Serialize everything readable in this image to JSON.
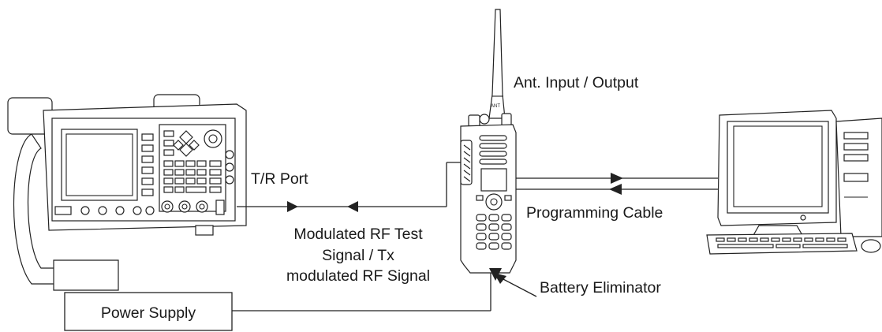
{
  "labels": {
    "antenna": "Ant. Input / Output",
    "tr_port": "T/R Port",
    "signal_line1": "Modulated RF Test",
    "signal_line2": "Signal / Tx",
    "signal_line3": "modulated RF Signal",
    "programming_cable": "Programming Cable",
    "battery_eliminator": "Battery Eliminator",
    "power_supply": "Power Supply"
  },
  "equipment": {
    "test_set": "communications-test-set",
    "radio": "portable-two-way-radio",
    "computer": "desktop-computer"
  }
}
